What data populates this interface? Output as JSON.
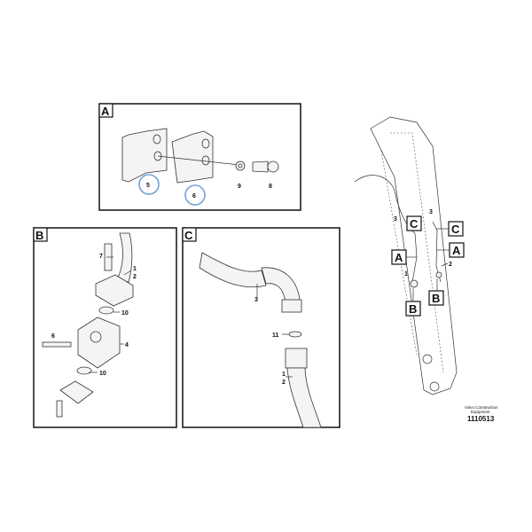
{
  "panels": {
    "a": {
      "tag": "A",
      "callouts": [
        "5",
        "6",
        "9",
        "8"
      ],
      "highlighted": [
        "5",
        "6"
      ],
      "highlight_color": "#6fa3d6"
    },
    "b": {
      "tag": "B",
      "callouts": [
        "7",
        "1",
        "2",
        "10",
        "6",
        "4",
        "10"
      ]
    },
    "c": {
      "tag": "C",
      "callouts": [
        "3",
        "11",
        "1",
        "2"
      ]
    }
  },
  "overview": {
    "callouts": {
      "n3a": "3",
      "n3b": "3",
      "n2": "2",
      "n1": "1"
    },
    "tags": [
      "C",
      "C",
      "A",
      "A",
      "B",
      "B"
    ]
  },
  "footer": {
    "brand": "Volvo Construction",
    "brand2": "Equipment",
    "code": "1110513"
  }
}
